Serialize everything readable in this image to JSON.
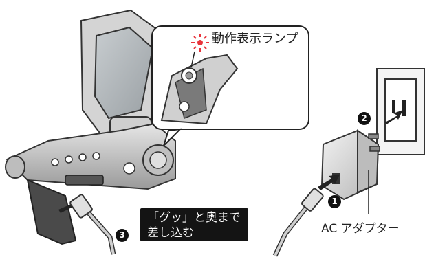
{
  "callout": {
    "lamp_label": "動作表示ランプ"
  },
  "adapter": {
    "label": "AC アダプター"
  },
  "steps": [
    {
      "number": "1"
    },
    {
      "number": "2"
    },
    {
      "number": "3"
    }
  ],
  "note": {
    "line1": "「グッ」と奥まで",
    "line2": "差し込む"
  },
  "colors": {
    "lamp_glow": "#e8343c",
    "body_dark": "#3a3a3a",
    "body_mid": "#8c8c8c",
    "body_light": "#d9d9d9",
    "screen": "#aeb4b8",
    "note_bg": "#141414"
  },
  "icons": [
    "camcorder",
    "lcd-screen",
    "status-lamp",
    "ac-adapter",
    "wall-outlet",
    "usb-cable",
    "arrow"
  ]
}
